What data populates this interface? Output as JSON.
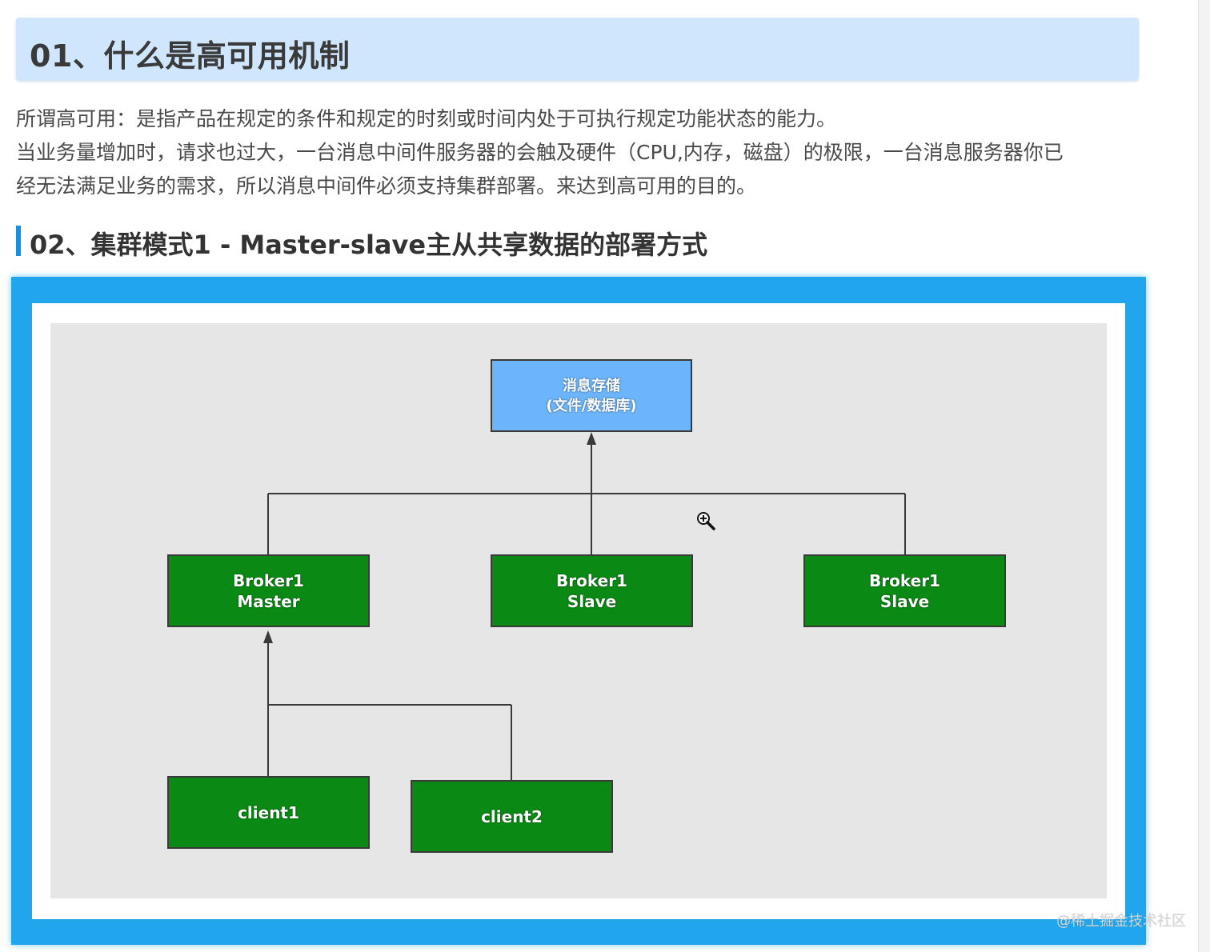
{
  "section1": {
    "title": "01、什么是高可用机制"
  },
  "paragraph": {
    "line1": "所谓高可用：是指产品在规定的条件和规定的时刻或时间内处于可执行规定功能状态的能力。",
    "line2": "当业务量增加时，请求也过大，一台消息中间件服务器的会触及硬件（CPU,内存，磁盘）的极限，一台消息服务器你已",
    "line3": "经无法满足业务的需求，所以消息中间件必须支持集群部署。来达到高可用的目的。"
  },
  "section2": {
    "title": "02、集群模式1 - Master-slave主从共享数据的部署方式"
  },
  "diagram": {
    "storage": {
      "line1": "消息存储",
      "line2": "(文件/数据库)"
    },
    "broker_master": {
      "line1": "Broker1",
      "line2": "Master"
    },
    "broker_slave_a": {
      "line1": "Broker1",
      "line2": "Slave"
    },
    "broker_slave_b": {
      "line1": "Broker1",
      "line2": "Slave"
    },
    "client1": {
      "label": "client1"
    },
    "client2": {
      "label": "client2"
    },
    "colors": {
      "broker_fill": "#0a8a14",
      "storage_fill": "#6cb4fb",
      "frame": "#21a6ee",
      "canvas": "#e6e6e6"
    }
  },
  "watermark": "@稀土掘金技术社区"
}
